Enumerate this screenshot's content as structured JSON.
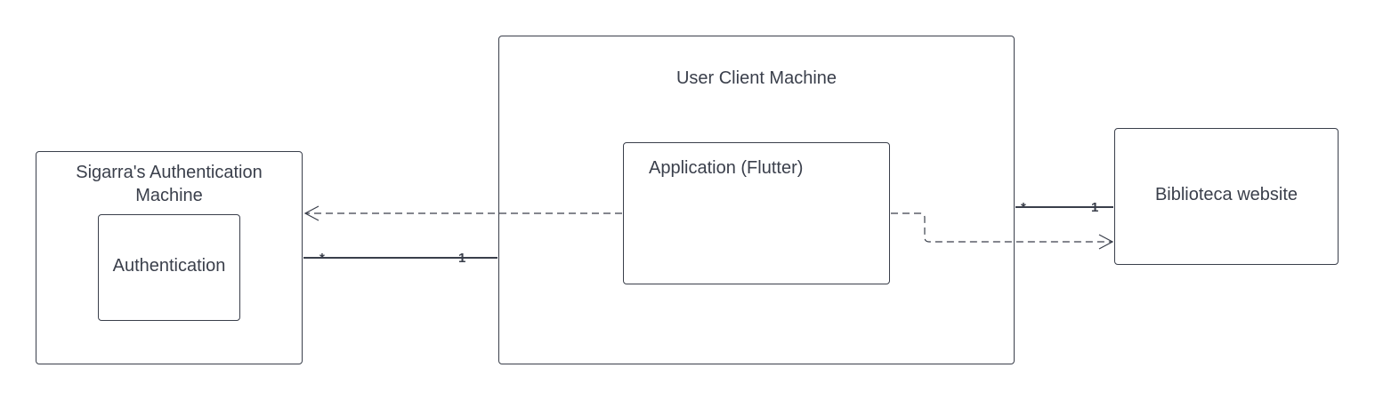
{
  "nodes": {
    "sigarra_machine": {
      "title": "Sigarra's Authentication Machine"
    },
    "authentication": {
      "title": "Authentication"
    },
    "user_client_machine": {
      "title": "User Client Machine"
    },
    "application": {
      "title": "Application (Flutter)"
    },
    "biblioteca": {
      "title": "Biblioteca website"
    }
  },
  "edges": {
    "sigarra_user_link": {
      "from_multiplicity": "*",
      "to_multiplicity": "1"
    },
    "user_biblioteca_link": {
      "from_multiplicity": "*",
      "to_multiplicity": "1"
    }
  },
  "colors": {
    "stroke": "#3a3f4b",
    "text": "#3a3f4b",
    "background": "#ffffff"
  }
}
